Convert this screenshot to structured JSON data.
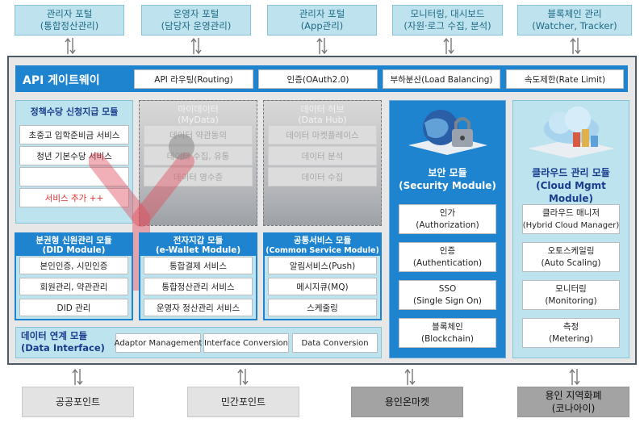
{
  "portals": [
    {
      "line1": "관리자 포털",
      "line2": "(통합정산관리)"
    },
    {
      "line1": "운영자 포털",
      "line2": "(담당자 운영관리)"
    },
    {
      "line1": "관리자 포털",
      "line2": "(App관리)"
    },
    {
      "line1": "모니터링, 대시보드",
      "line2": "(자원·로그 수집, 분석)"
    },
    {
      "line1": "블록체인 관리",
      "line2": "(Watcher, Tracker)"
    }
  ],
  "api_gateway": {
    "title": "API 게이트웨이",
    "items": [
      "API 라우팅(Routing)",
      "인증(OAuth2.0)",
      "부하분산(Load Balancing)",
      "속도제한(Rate Limit)"
    ]
  },
  "policy_module": {
    "title": "정책수당 신청지급 모듈",
    "items": [
      "초중고 입학준비금 서비스",
      "청년 기본수당 서비스",
      "",
      "서비스 추가 ++"
    ]
  },
  "mydata": {
    "title1": "마이데이터",
    "title2": "(MyData)",
    "items": [
      "데이터 약관동의",
      "데이터 수집, 유통",
      "데이터 영수증"
    ]
  },
  "datahub": {
    "title1": "데이터 허브",
    "title2": "(Data Hub)",
    "items": [
      "데이터 마켓플레이스",
      "데이터 분석",
      "데이터 수집"
    ]
  },
  "did_module": {
    "title1": "분권형 신원관리 모듈",
    "title2": "(DID Module)",
    "items": [
      "본인인증, 시민인증",
      "회원관리, 약관관리",
      "DID 관리"
    ]
  },
  "ewallet_module": {
    "title1": "전자지갑 모듈",
    "title2": "(e-Wallet Module)",
    "items": [
      "통합결제 서비스",
      "통합정산관리 서비스",
      "운영자 정산관리 서비스"
    ]
  },
  "common_module": {
    "title1": "공통서비스 모듈",
    "title2": "(Common Service Module)",
    "items": [
      "알림서비스(Push)",
      "메시지큐(MQ)",
      "스케줄링"
    ]
  },
  "security_module": {
    "title1": "보안 모듈",
    "title2": "(Security Module)",
    "items": [
      {
        "l1": "인가",
        "l2": "(Authorization)"
      },
      {
        "l1": "인증",
        "l2": "(Authentication)"
      },
      {
        "l1": "SSO",
        "l2": "(Single Sign On)"
      },
      {
        "l1": "블록체인",
        "l2": "(Blockchain)"
      }
    ]
  },
  "cloud_module": {
    "title1": "클라우드 관리 모듈",
    "title2": "(Cloud Mgmt Module)",
    "items": [
      {
        "l1": "클라우드 매니저",
        "l2": "(Hybrid Cloud Manager)"
      },
      {
        "l1": "오토스케일링",
        "l2": "(Auto Scaling)"
      },
      {
        "l1": "모니터링",
        "l2": "(Monitoring)"
      },
      {
        "l1": "측정",
        "l2": "(Metering)"
      }
    ]
  },
  "data_interface": {
    "title1": "데이터 연계 모듈",
    "title2": "(Data Interface)",
    "items": [
      "Adaptor Management",
      "Interface Conversion",
      "Data Conversion"
    ]
  },
  "bottoms": [
    {
      "line1": "공공포인트",
      "line2": ""
    },
    {
      "line1": "민간포인트",
      "line2": ""
    },
    {
      "line1": "용인온마켓",
      "line2": ""
    },
    {
      "line1": "용인 지역화폐",
      "line2": "(코나아이)"
    }
  ],
  "colors": {
    "accent_blue": "#1f84cf",
    "teal_panel": "#bde4ee",
    "portal_text": "#1d6a86",
    "module_title": "#1a3c8f",
    "watermark_red": "#e05060"
  }
}
